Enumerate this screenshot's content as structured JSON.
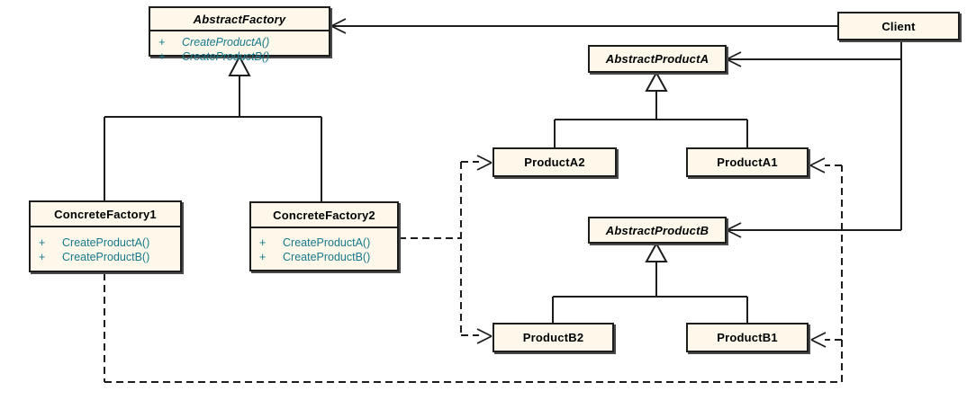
{
  "colors": {
    "box_fill": "#fdf8e9",
    "border": "#1d1d1d",
    "shadow": "#4a4a4a",
    "title_text": "#000000",
    "method_text": "#17788c",
    "background": "#ffffff"
  },
  "classes": {
    "abstract_factory": {
      "name": "AbstractFactory",
      "abstract": true,
      "methods": [
        {
          "visibility": "+",
          "signature": "CreateProductA()"
        },
        {
          "visibility": "+",
          "signature": "CreateProductB()"
        }
      ]
    },
    "client": {
      "name": "Client",
      "abstract": false
    },
    "abstract_product_a": {
      "name": "AbstractProductA",
      "abstract": true
    },
    "product_a2": {
      "name": "ProductA2",
      "abstract": false
    },
    "product_a1": {
      "name": "ProductA1",
      "abstract": false
    },
    "concrete_factory_1": {
      "name": "ConcreteFactory1",
      "abstract": false,
      "methods": [
        {
          "visibility": "+",
          "signature": "CreateProductA()"
        },
        {
          "visibility": "+",
          "signature": "CreateProductB()"
        }
      ]
    },
    "concrete_factory_2": {
      "name": "ConcreteFactory2",
      "abstract": false,
      "methods": [
        {
          "visibility": "+",
          "signature": "CreateProductA()"
        },
        {
          "visibility": "+",
          "signature": "CreateProductB()"
        }
      ]
    },
    "abstract_product_b": {
      "name": "AbstractProductB",
      "abstract": true
    },
    "product_b2": {
      "name": "ProductB2",
      "abstract": false
    },
    "product_b1": {
      "name": "ProductB1",
      "abstract": false
    }
  },
  "relationships": [
    {
      "type": "association",
      "from": "Client",
      "to": "AbstractFactory"
    },
    {
      "type": "association",
      "from": "Client",
      "to": "AbstractProductA"
    },
    {
      "type": "association",
      "from": "Client",
      "to": "AbstractProductB"
    },
    {
      "type": "generalization",
      "from": "ConcreteFactory1",
      "to": "AbstractFactory"
    },
    {
      "type": "generalization",
      "from": "ConcreteFactory2",
      "to": "AbstractFactory"
    },
    {
      "type": "generalization",
      "from": "ProductA2",
      "to": "AbstractProductA"
    },
    {
      "type": "generalization",
      "from": "ProductA1",
      "to": "AbstractProductA"
    },
    {
      "type": "generalization",
      "from": "ProductB2",
      "to": "AbstractProductB"
    },
    {
      "type": "generalization",
      "from": "ProductB1",
      "to": "AbstractProductB"
    },
    {
      "type": "dependency",
      "from": "ConcreteFactory2",
      "to": "ProductA2"
    },
    {
      "type": "dependency",
      "from": "ConcreteFactory2",
      "to": "ProductB2"
    },
    {
      "type": "dependency",
      "from": "ConcreteFactory1",
      "to": "ProductA1"
    },
    {
      "type": "dependency",
      "from": "ConcreteFactory1",
      "to": "ProductB1"
    }
  ]
}
